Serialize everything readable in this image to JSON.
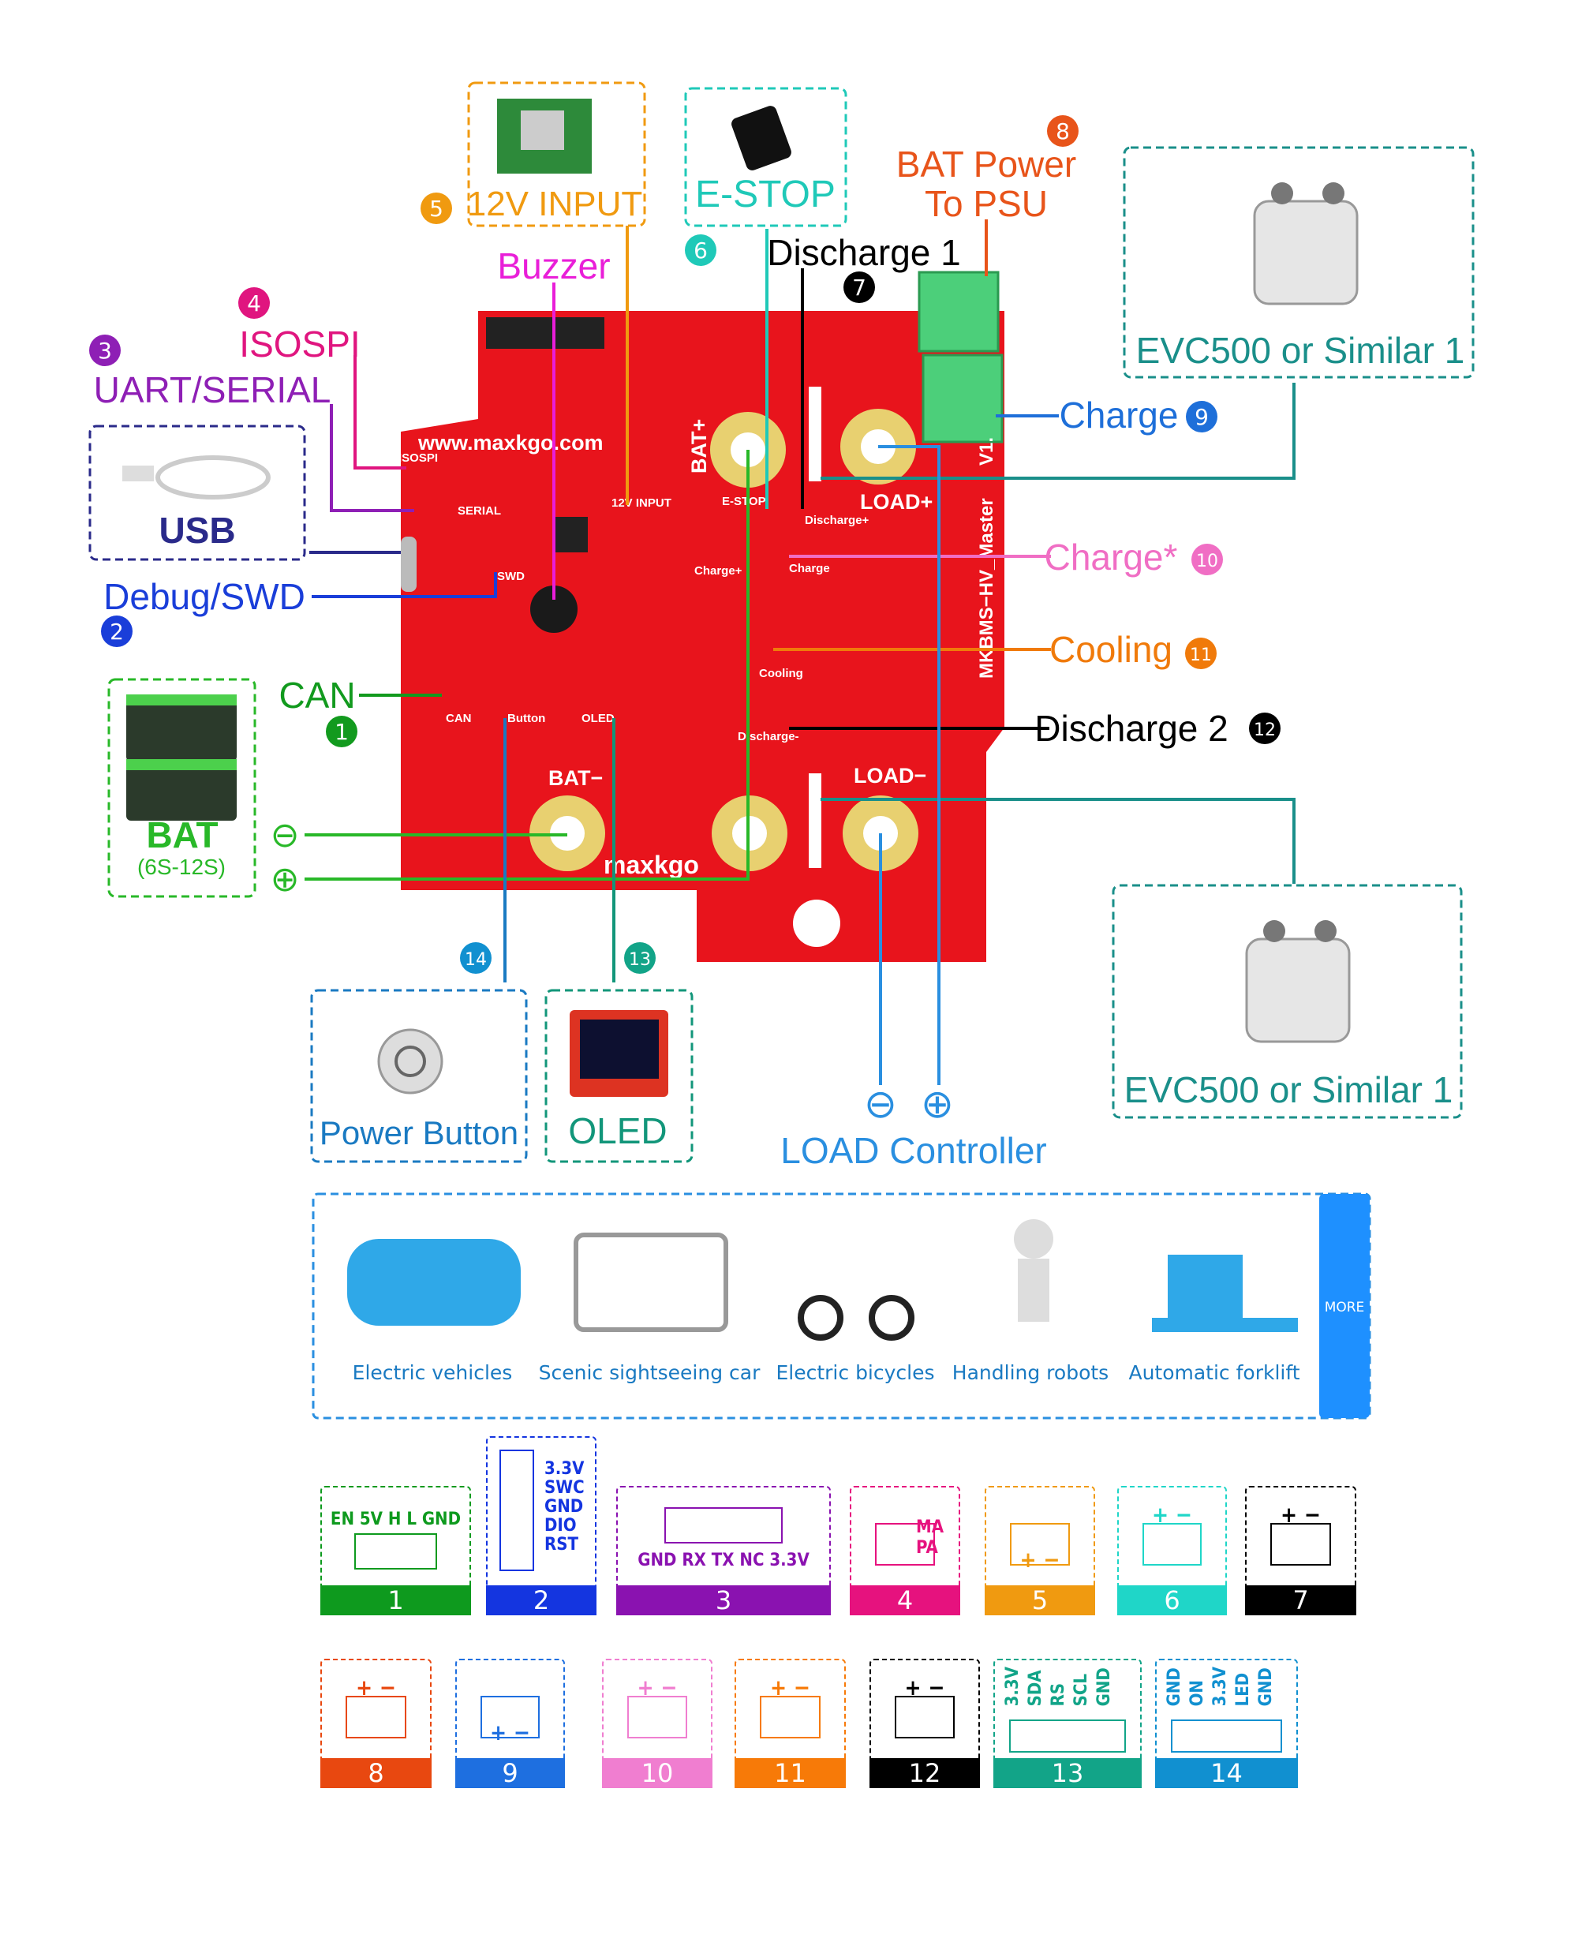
{
  "callouts": {
    "can": {
      "num": "1",
      "label": "CAN",
      "color": "#129a1e"
    },
    "debug": {
      "num": "2",
      "label": "Debug/SWD",
      "color": "#1a3ed9"
    },
    "uart": {
      "num": "3",
      "label": "UART/SERIAL",
      "color": "#8e1fb5"
    },
    "isospi": {
      "num": "4",
      "label": "ISOSPI",
      "color": "#e0157f"
    },
    "input12v": {
      "num": "5",
      "label": "12V INPUT",
      "color": "#f09a10"
    },
    "estop": {
      "num": "6",
      "label": "E-STOP",
      "color": "#1fc9b8"
    },
    "discharge1": {
      "num": "7",
      "label": "Discharge 1",
      "color": "#000000"
    },
    "batpower": {
      "num": "8",
      "label_line1": "BAT Power",
      "label_line2": "To PSU",
      "color": "#e8541a"
    },
    "charge": {
      "num": "9",
      "label": "Charge",
      "color": "#1e6fd9"
    },
    "charge_star": {
      "num": "10",
      "label": "Charge*",
      "color": "#f06ec4"
    },
    "cooling": {
      "num": "11",
      "label": "Cooling",
      "color": "#f07a0a"
    },
    "discharge2": {
      "num": "12",
      "label": "Discharge 2",
      "color": "#000000"
    },
    "oled": {
      "num": "13",
      "label": "OLED",
      "color": "#12967a"
    },
    "power_button": {
      "num": "14",
      "label": "Power Button",
      "color": "#1a7ac2"
    },
    "buzzer": {
      "label": "Buzzer",
      "color": "#e91ed8"
    },
    "usb": {
      "label": "USB",
      "color": "#2a2a8a"
    },
    "bat": {
      "label": "BAT",
      "range": "(6S-12S)",
      "minus": "⊖",
      "plus": "⊕",
      "color": "#28b828"
    },
    "evc_top": {
      "label": "EVC500 or Similar 1",
      "color": "#1a8f8a"
    },
    "evc_bottom": {
      "label": "EVC500 or Similar 1",
      "color": "#1a8f8a"
    },
    "load": {
      "label": "LOAD Controller",
      "minus": "⊖",
      "plus": "⊕",
      "color": "#2a8fe0"
    }
  },
  "board": {
    "url": "www.maxkgo.com",
    "isospi": "ISOSPI",
    "serial": "SERIAL",
    "swd": "SWD",
    "input": "12V INPUT",
    "estop": "E-STOP",
    "discharge_plus": "Discharge+",
    "charge_plus": "Charge+",
    "charge": "Charge",
    "cooling": "Cooling",
    "discharge_minus": "Discharge-",
    "can": "CAN",
    "button": "Button",
    "oled": "OLED",
    "bat_plus": "BAT+",
    "load_plus": "LOAD+",
    "bat_minus": "BAT−",
    "load_minus": "LOAD−",
    "model": "MKBMS−HV_Master",
    "version": "V1.",
    "logo": "maxkgo",
    "color": "#e8141c"
  },
  "applications": {
    "items": [
      "Electric vehicles",
      "Scenic sightseeing car",
      "Electric bicycles",
      "Handling robots",
      "Automatic forklift"
    ],
    "more": "MORE",
    "accent": "#1e90ff"
  },
  "connectors": [
    {
      "num": "1",
      "color": "#0e9a1e",
      "pins": [
        "EN",
        "5V",
        "H",
        "L",
        "GND"
      ]
    },
    {
      "num": "2",
      "color": "#1435e0",
      "pins": [
        "3.3V",
        "SWC",
        "GND",
        "DIO",
        "RST"
      ]
    },
    {
      "num": "3",
      "color": "#8a12b0",
      "pins": [
        "GND",
        "RX",
        "TX",
        "NC",
        "3.3V"
      ]
    },
    {
      "num": "4",
      "color": "#e6127e",
      "pins": [
        "MA",
        "PA"
      ]
    },
    {
      "num": "5",
      "color": "#f09a10",
      "pins": [
        "+",
        "−"
      ]
    },
    {
      "num": "6",
      "color": "#1fd6c8",
      "pins": [
        "+",
        "−"
      ]
    },
    {
      "num": "7",
      "color": "#000000",
      "pins": [
        "+",
        "−"
      ]
    },
    {
      "num": "8",
      "color": "#e84810",
      "pins": [
        "+",
        "−"
      ]
    },
    {
      "num": "9",
      "color": "#1e6fe0",
      "pins": [
        "+",
        "−"
      ]
    },
    {
      "num": "10",
      "color": "#f07ed0",
      "pins": [
        "+",
        "−"
      ]
    },
    {
      "num": "11",
      "color": "#f77a08",
      "pins": [
        "+",
        "−"
      ]
    },
    {
      "num": "12",
      "color": "#000000",
      "pins": [
        "+",
        "−"
      ]
    },
    {
      "num": "13",
      "color": "#12a488",
      "pins": [
        "3.3V",
        "SDA",
        "RS",
        "SCL",
        "GND"
      ]
    },
    {
      "num": "14",
      "color": "#1190d0",
      "pins": [
        "GND",
        "ON",
        "3.3V",
        "LED",
        "GND"
      ]
    }
  ]
}
